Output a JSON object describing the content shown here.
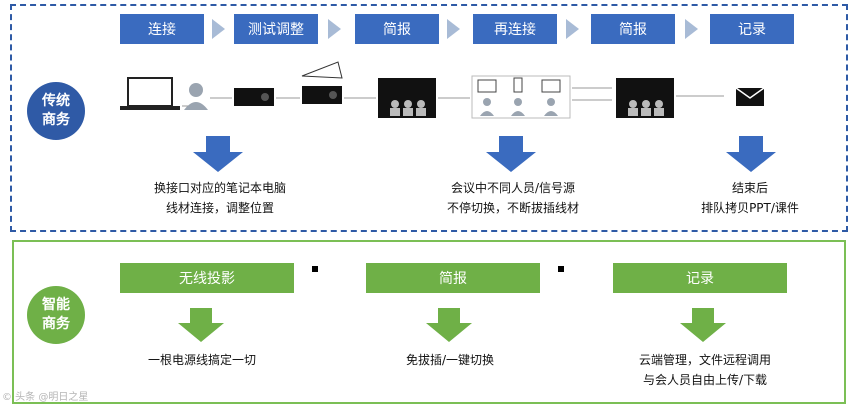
{
  "traditional": {
    "label": "传统\n商务",
    "steps": [
      "连接",
      "测试调整",
      "简报",
      "再连接",
      "简报",
      "记录"
    ],
    "captions": [
      [
        "换接口对应的笔记本电脑",
        "线材连接，调整位置"
      ],
      [
        "会议中不同人员/信号源",
        "不停切换，不断拔插线材"
      ],
      [
        "结束后",
        "排队拷贝PPT/课件"
      ]
    ]
  },
  "smart": {
    "label": "智能\n商务",
    "steps": [
      "无线投影",
      "简报",
      "记录"
    ],
    "captions": [
      [
        "一根电源线搞定一切"
      ],
      [
        "免拔插/一键切换"
      ],
      [
        "云端管理，文件远程调用",
        "与会人员自由上传/下载"
      ]
    ]
  },
  "watermark": "© 头条 @明日之星",
  "colors": {
    "blue": "#3a6bbf",
    "blue_dark": "#2f5aa6",
    "green": "#6fb047",
    "chevron_blue": "#a8bbd6",
    "chevron_green": "#b9dca6"
  }
}
